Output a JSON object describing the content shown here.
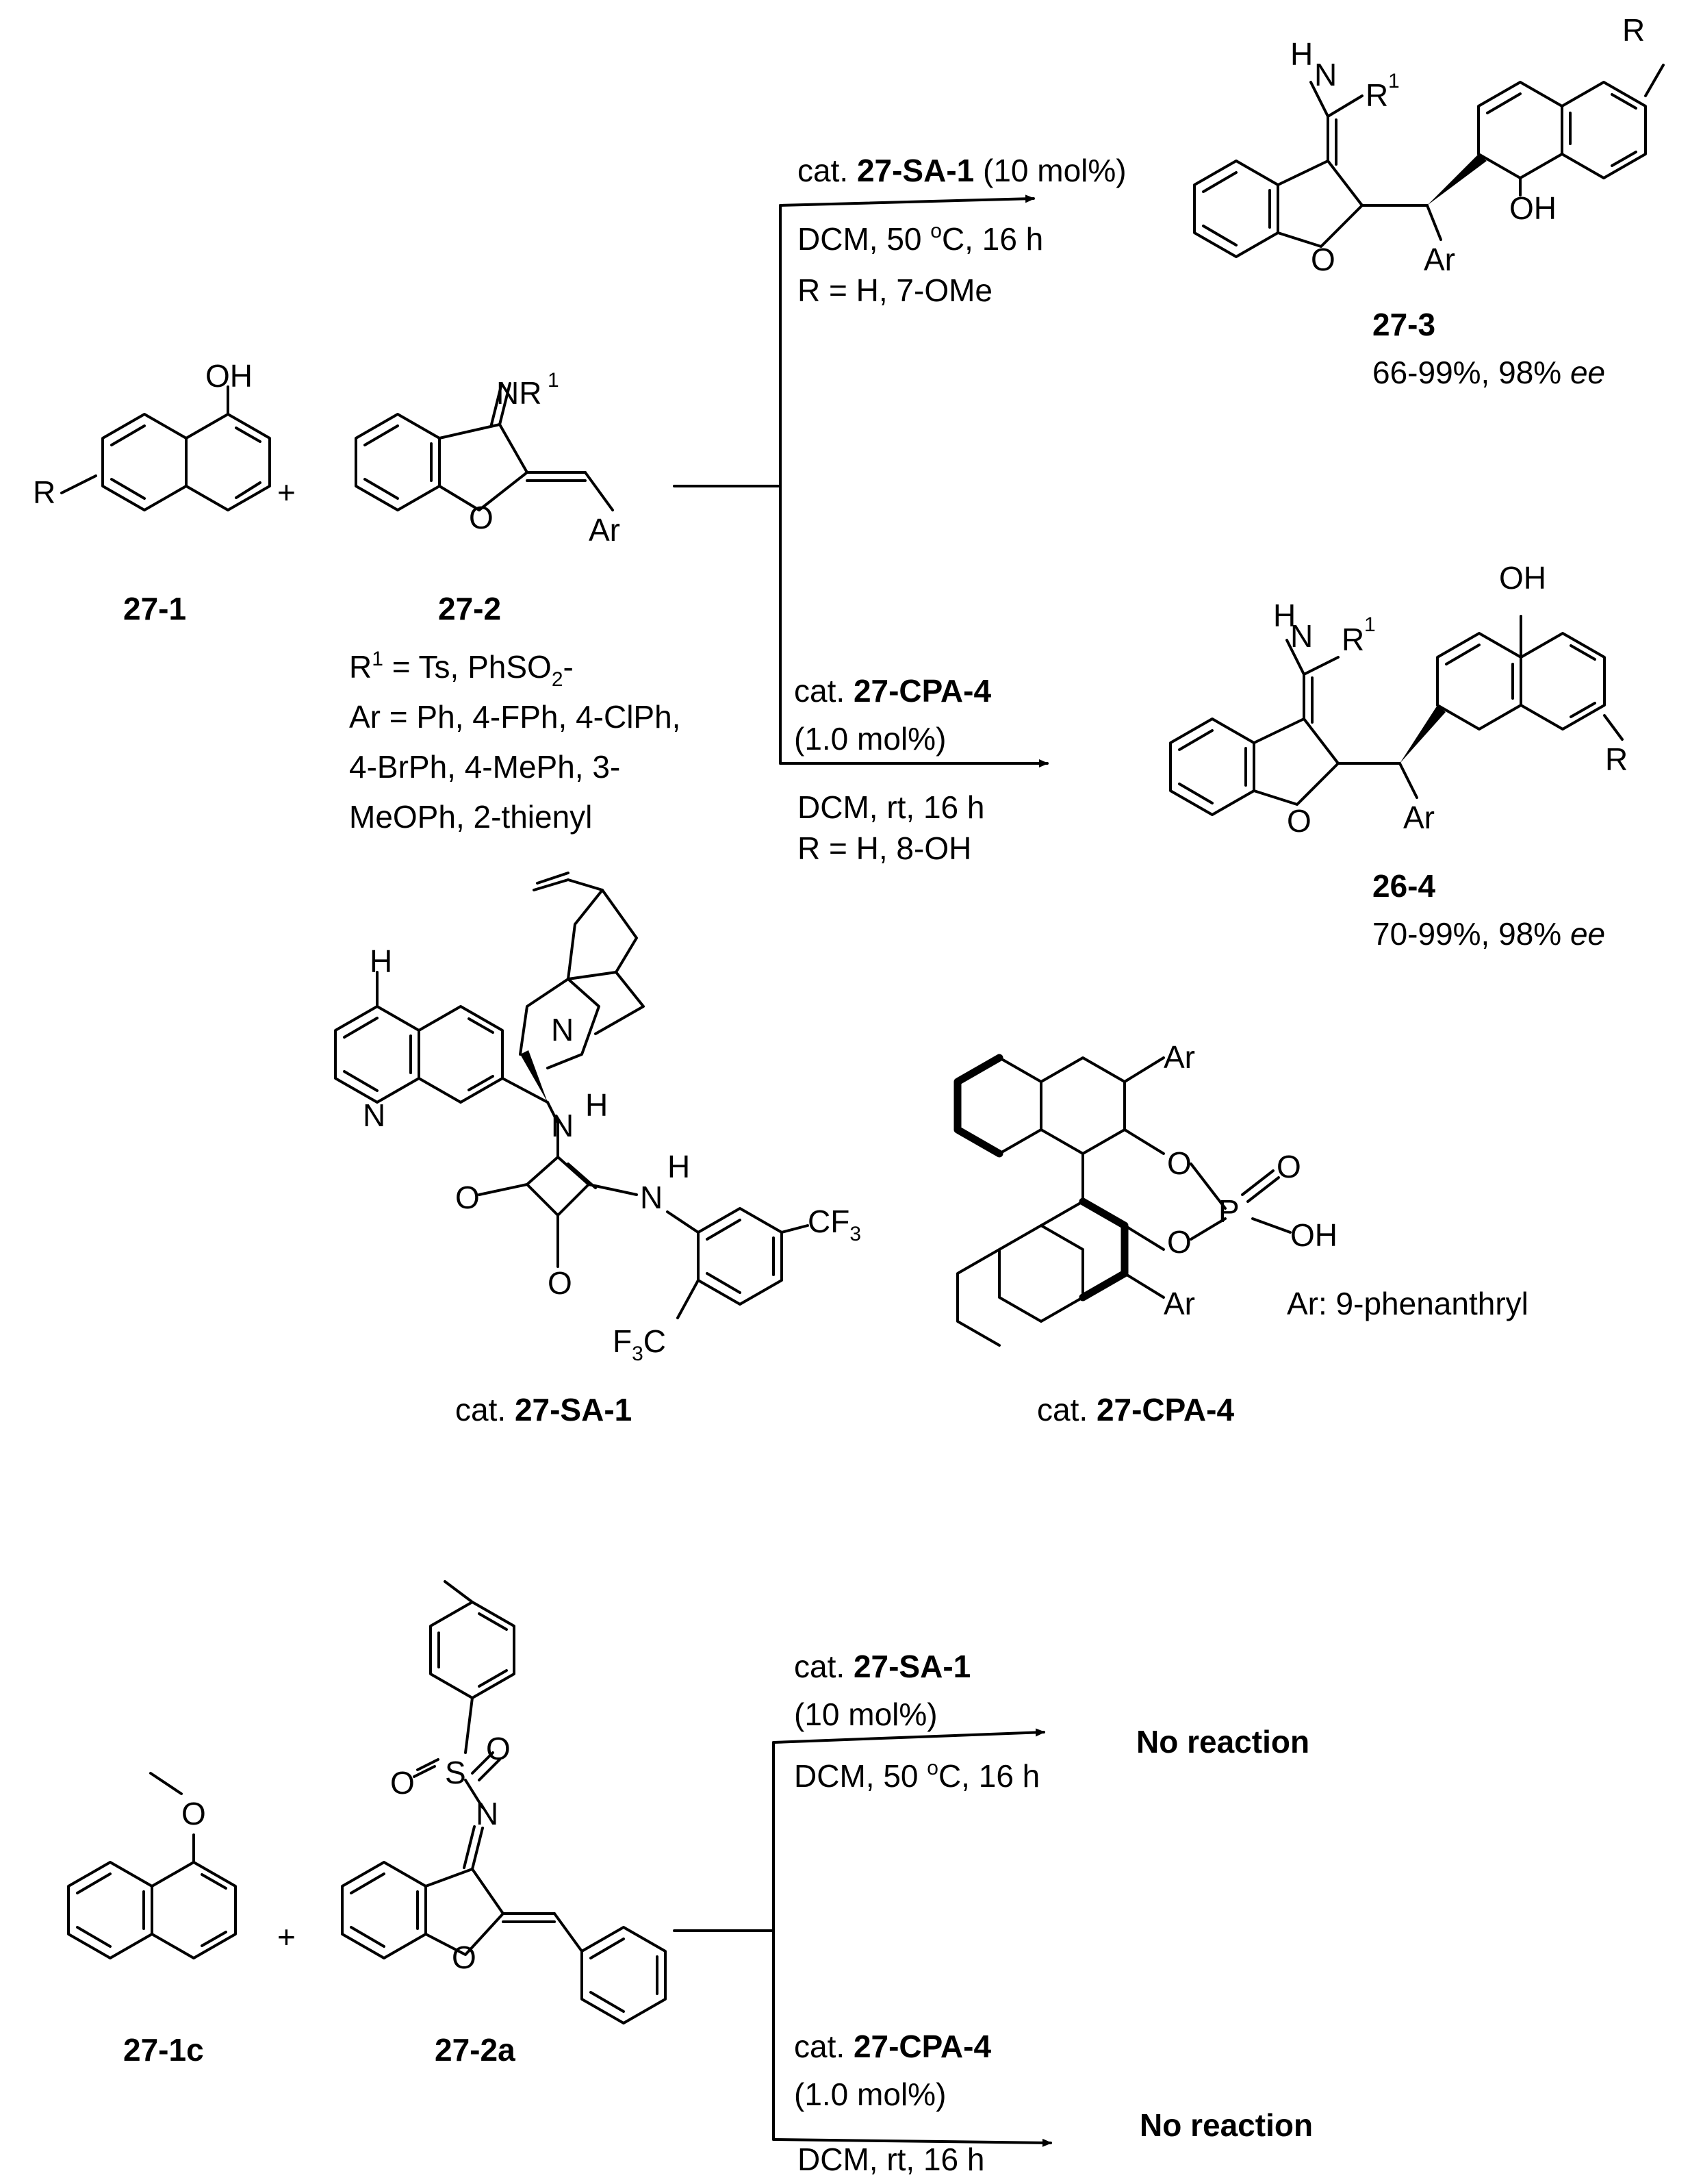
{
  "compounds": {
    "c27_1": "27-1",
    "c27_2": "27-2",
    "c27_3": "27-3",
    "c26_4": "26-4",
    "c27_1c": "27-1c",
    "c27_2a": "27-2a"
  },
  "substituents": {
    "r1_line_prefix": "R",
    "r1_line_sup": "1",
    "r1_line_rest": " = Ts, PhSO",
    "r1_line_sub": "2",
    "r1_line_end": "-",
    "ar_line1": "Ar = Ph, 4-FPh, 4-ClPh,",
    "ar_line2": "4-BrPh, 4-MePh, 3-",
    "ar_line3": "MeOPh, 2-thienyl"
  },
  "conditions_top": {
    "cat_prefix": "cat. ",
    "cat_name": "27-SA-1",
    "cat_loading": " (10 mol%)",
    "solvent": "DCM, 50 ",
    "deg": "o",
    "temp_rest": "C, 16 h",
    "r_scope": "R = H, 7-OMe"
  },
  "conditions_mid": {
    "cat_prefix": "cat. ",
    "cat_name": "27-CPA-4",
    "cat_loading": "(1.0 mol%)",
    "solvent": "DCM, rt, 16 h",
    "r_scope": "R = H, 8-OH"
  },
  "yields": {
    "y27_3": "66-99%, 98% ",
    "y26_4": "70-99%, 98% ",
    "ee": "ee"
  },
  "catalysts": {
    "sa_prefix": "cat. ",
    "sa_name": "27-SA-1",
    "cpa_prefix": "cat. ",
    "cpa_name": "27-CPA-4",
    "ar_def": "Ar: 9-phenanthryl"
  },
  "conditions_bottom_top": {
    "cat_prefix": "cat. ",
    "cat_name": "27-SA-1",
    "cat_loading": "(10 mol%)",
    "solvent": "DCM, 50 ",
    "deg": "o",
    "temp_rest": "C, 16 h",
    "result": "No reaction"
  },
  "conditions_bottom_low": {
    "cat_prefix": "cat. ",
    "cat_name": "27-CPA-4",
    "cat_loading": "(1.0 mol%)",
    "solvent": "DCM, rt, 16 h",
    "result": "No reaction"
  },
  "atoms": {
    "OH": "OH",
    "O": "O",
    "N": "N",
    "H": "H",
    "R": "R",
    "Ar": "Ar",
    "NR": "NR",
    "sup1": "1",
    "P": "P",
    "S": "S",
    "CF3": "CF",
    "sub3": "3",
    "F3C_F": "F",
    "F3C_C": "C",
    "plus": "+"
  }
}
